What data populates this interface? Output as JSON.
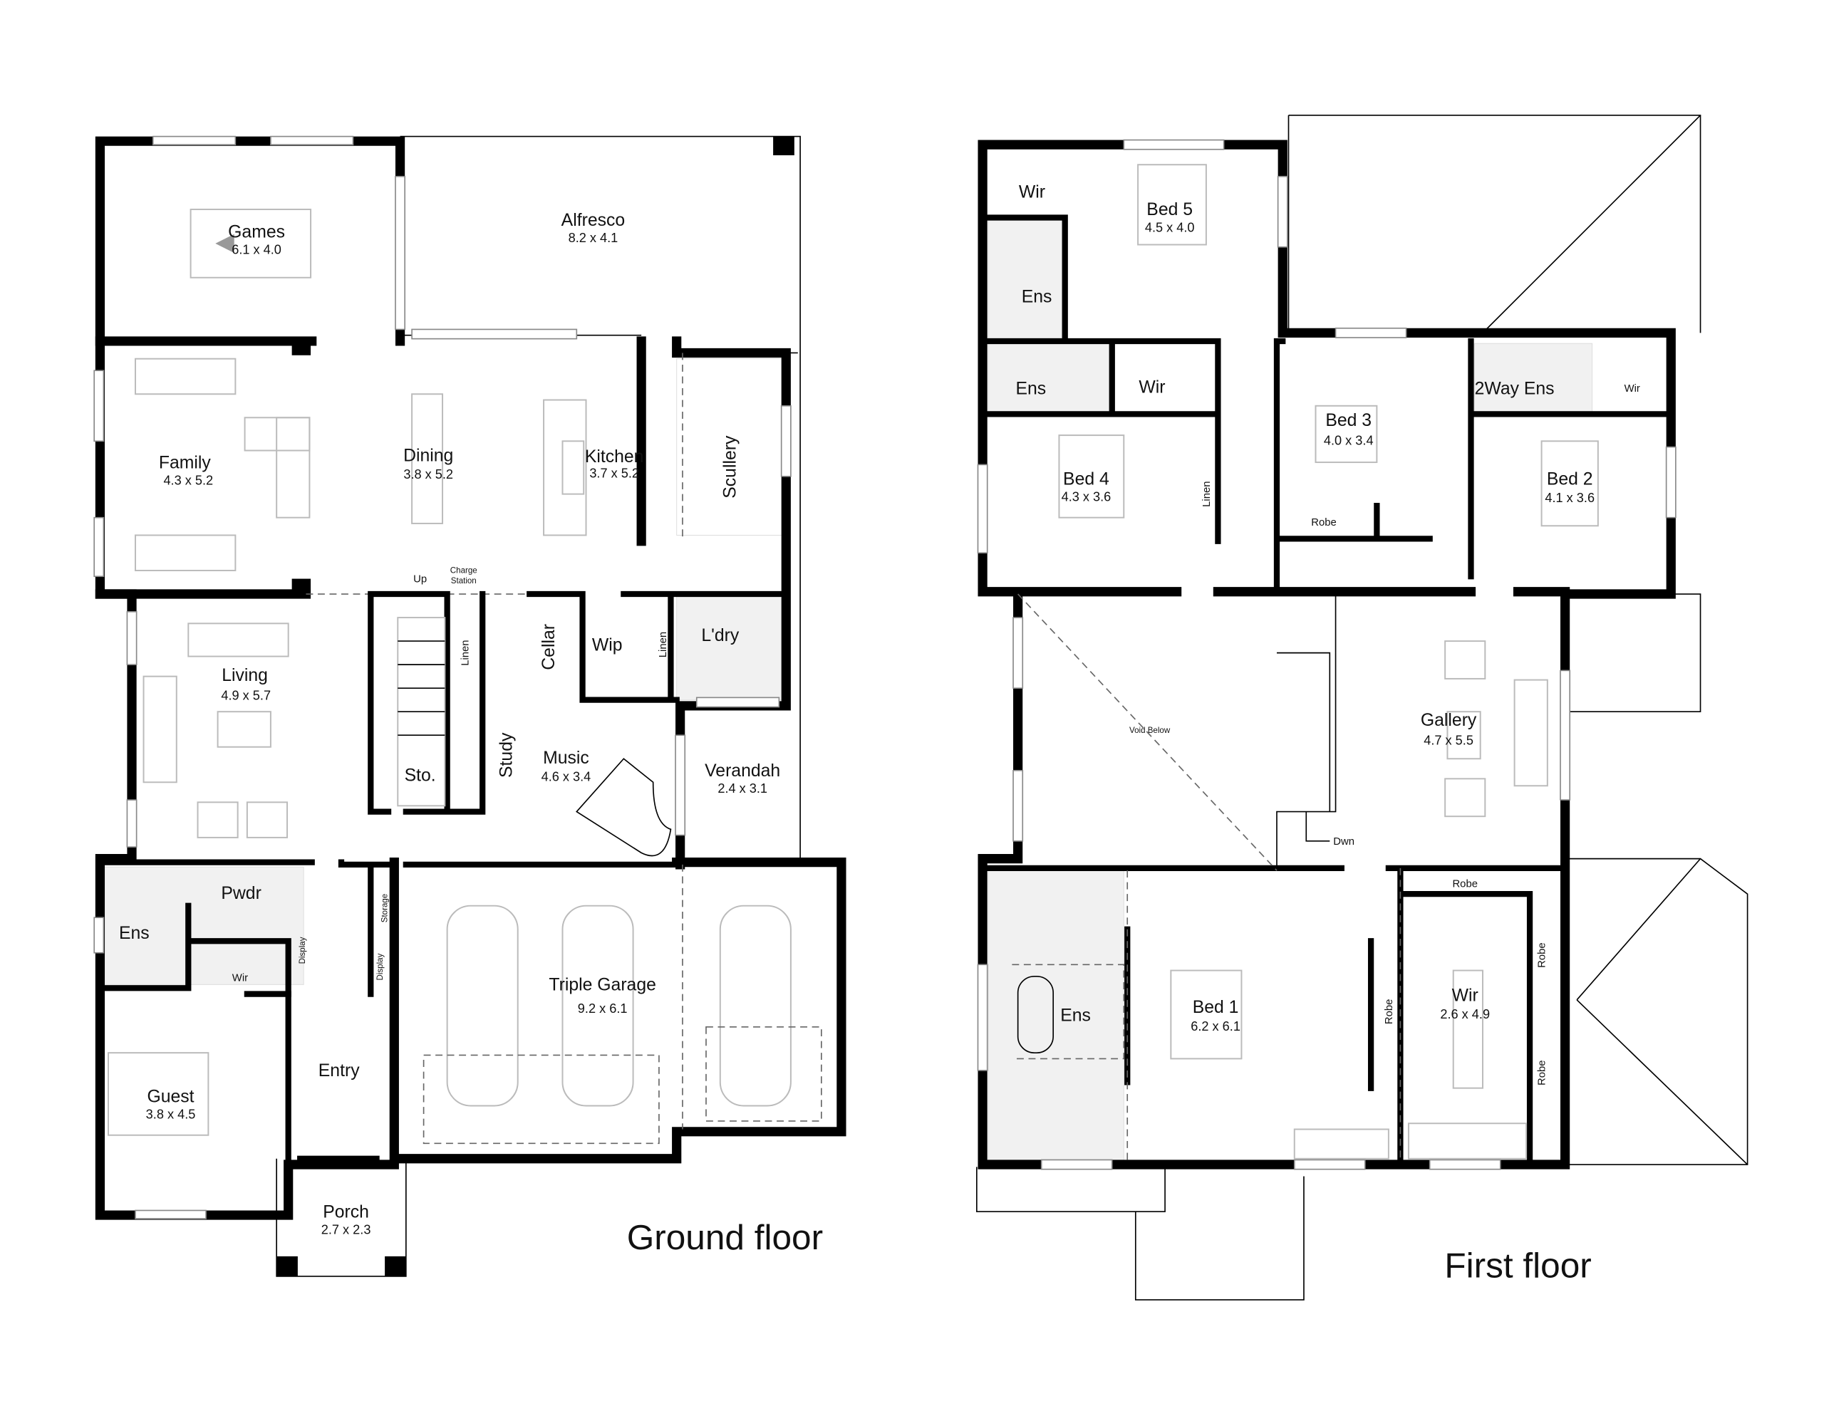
{
  "ground_floor": {
    "title": "Ground floor",
    "rooms": {
      "games": {
        "name": "Games",
        "dims": "6.1 x 4.0"
      },
      "alfresco": {
        "name": "Alfresco",
        "dims": "8.2 x 4.1"
      },
      "family": {
        "name": "Family",
        "dims": "4.3 x 5.2"
      },
      "dining": {
        "name": "Dining",
        "dims": "3.8 x 5.2"
      },
      "kitchen": {
        "name": "Kitchen",
        "dims": "3.7 x 5.2"
      },
      "scullery": {
        "name": "Scullery"
      },
      "living": {
        "name": "Living",
        "dims": "4.9 x 5.7"
      },
      "up": {
        "name": "Up"
      },
      "charge_station": {
        "line1": "Charge",
        "line2": "Station"
      },
      "linen_stair": {
        "name": "Linen"
      },
      "cellar": {
        "name": "Cellar"
      },
      "wip": {
        "name": "Wip"
      },
      "linen_ldry": {
        "name": "Linen"
      },
      "laundry": {
        "name": "L'dry"
      },
      "storage_under_stair": {
        "name": "Sto."
      },
      "study": {
        "name": "Study"
      },
      "music": {
        "name": "Music",
        "dims": "4.6 x 3.4"
      },
      "verandah": {
        "name": "Verandah",
        "dims": "2.4 x 3.1"
      },
      "powder": {
        "name": "Pwdr"
      },
      "ensuite": {
        "name": "Ens"
      },
      "storage": {
        "name": "Storage"
      },
      "display_1": {
        "name": "Display"
      },
      "display_2": {
        "name": "Display"
      },
      "wir": {
        "name": "Wir"
      },
      "garage": {
        "name": "Triple Garage",
        "dims": "9.2 x 6.1"
      },
      "entry": {
        "name": "Entry"
      },
      "guest": {
        "name": "Guest",
        "dims": "3.8 x 4.5"
      },
      "porch": {
        "name": "Porch",
        "dims": "2.7 x 2.3"
      }
    }
  },
  "first_floor": {
    "title": "First floor",
    "rooms": {
      "wir_bed5": {
        "name": "Wir"
      },
      "bed5": {
        "name": "Bed 5",
        "dims": "4.5 x 4.0"
      },
      "ens_bed5": {
        "name": "Ens"
      },
      "ens_bed4": {
        "name": "Ens"
      },
      "wir_bed4": {
        "name": "Wir"
      },
      "bed4": {
        "name": "Bed 4",
        "dims": "4.3 x 3.6"
      },
      "linen": {
        "name": "Linen"
      },
      "bed3": {
        "name": "Bed 3",
        "dims": "4.0 x 3.4"
      },
      "robe_bed3": {
        "name": "Robe"
      },
      "two_way_ens": {
        "name": "2Way Ens"
      },
      "wir_bed2": {
        "name": "Wir"
      },
      "bed2": {
        "name": "Bed 2",
        "dims": "4.1 x 3.6"
      },
      "void": {
        "name": "Void Below"
      },
      "gallery": {
        "name": "Gallery",
        "dims": "4.7 x 5.5"
      },
      "down": {
        "name": "Dwn"
      },
      "robe_top": {
        "name": "Robe"
      },
      "robe_right_1": {
        "name": "Robe"
      },
      "robe_right_2": {
        "name": "Robe"
      },
      "ens_bed1": {
        "name": "Ens"
      },
      "bed1": {
        "name": "Bed 1",
        "dims": "6.2 x 6.1"
      },
      "robe_bed1": {
        "name": "Robe"
      },
      "wir_bed1": {
        "name": "Wir",
        "dims": "2.6 x 4.9"
      }
    }
  }
}
